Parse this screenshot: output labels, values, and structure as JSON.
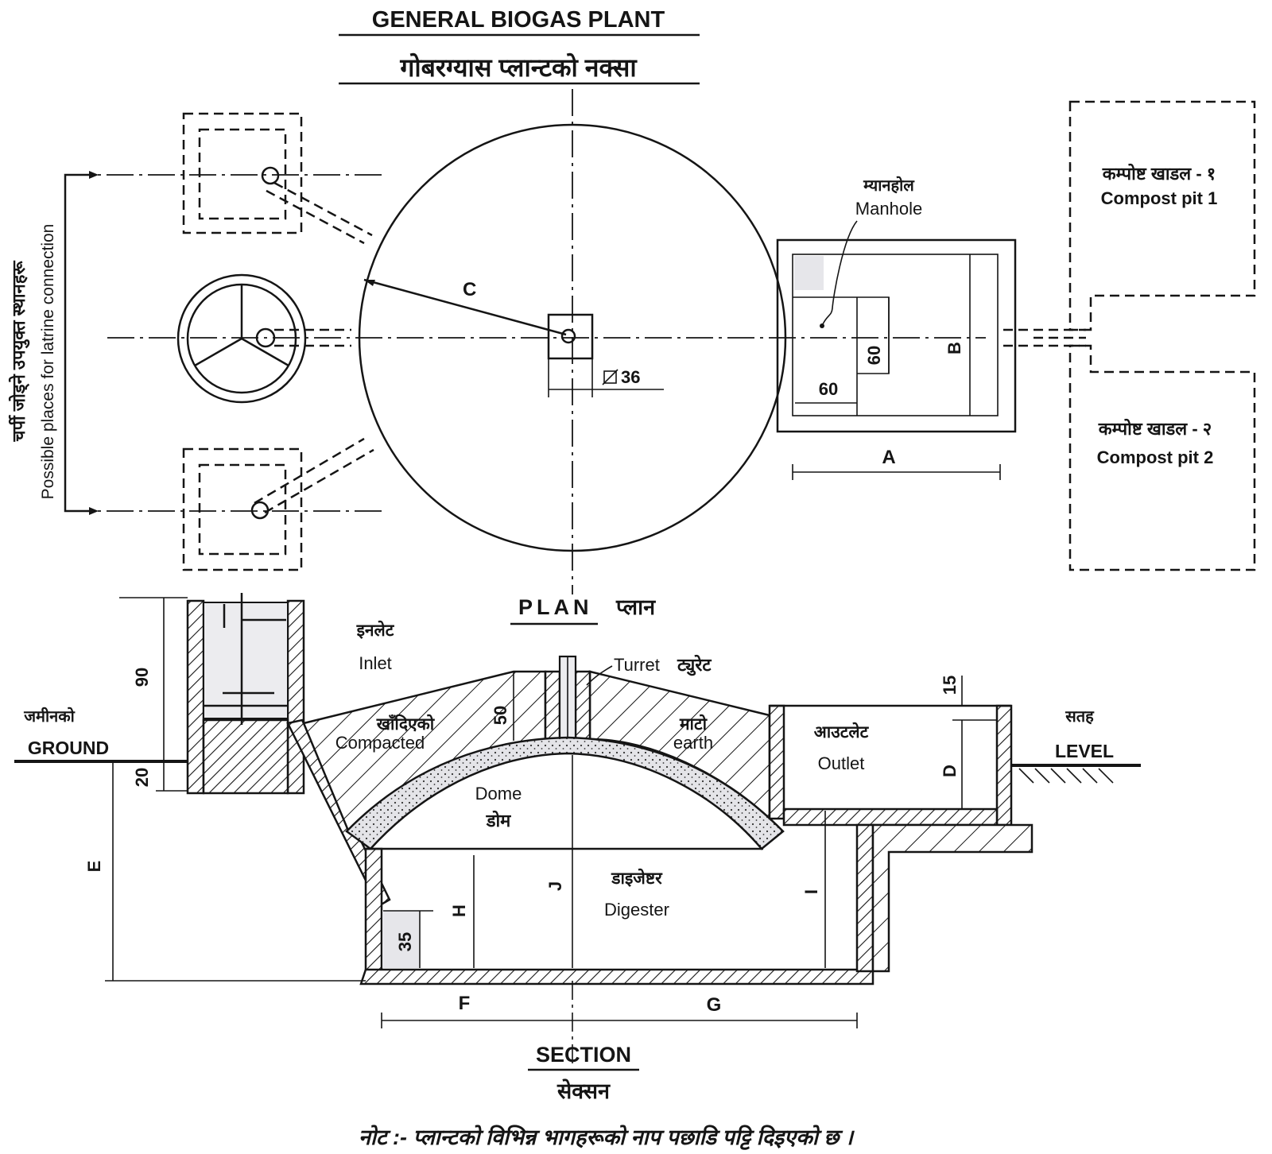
{
  "title_en": "GENERAL BIOGAS PLANT",
  "title_np": "गोबरग्यास प्लान्टको नक्सा",
  "plan": {
    "label_en": "PLAN",
    "label_np": "प्लान",
    "latrine_np": "चर्पी जोड्ने उपयुक्त स्थानहरू",
    "latrine_en": "Possible places for latrine connection",
    "dim_c": "C",
    "dim_36": "36",
    "manhole_np": "म्यानहोल",
    "manhole_en": "Manhole",
    "dim_60_v": "60",
    "dim_60_h": "60",
    "dim_a": "A",
    "dim_b": "B",
    "compost1_np": "कम्पोष्ट खाडल - १",
    "compost1_en": "Compost pit 1",
    "compost2_np": "कम्पोष्ट खाडल - २",
    "compost2_en": "Compost pit 2"
  },
  "section": {
    "label_en": "SECTION",
    "label_np": "सेक्सन",
    "inlet_np": "इनलेट",
    "inlet_en": "Inlet",
    "turret_en": "Turret",
    "turret_np": "ट्युरेट",
    "compacted_np": "खाँदिएको",
    "compacted_en": "Compacted",
    "earth_np": "माटो",
    "earth_en": "earth",
    "outlet_np": "आउटलेट",
    "outlet_en": "Outlet",
    "dome_en": "Dome",
    "dome_np": "डोम",
    "digester_np": "डाइजेष्टर",
    "digester_en": "Digester",
    "ground_np": "जमीनको",
    "ground_en": "GROUND",
    "level_np": "सतह",
    "level_en": "LEVEL",
    "dim_90": "90",
    "dim_20": "20",
    "dim_50": "50",
    "dim_15": "15",
    "dim_35": "35",
    "dim_d": "D",
    "dim_e": "E",
    "dim_f": "F",
    "dim_g": "G",
    "dim_h": "H",
    "dim_i": "I",
    "dim_j": "J"
  },
  "note": "नोट :- प्लान्टको विभिन्न भागहरूको नाप पछाडि पट्टि दिइएको छ ।"
}
